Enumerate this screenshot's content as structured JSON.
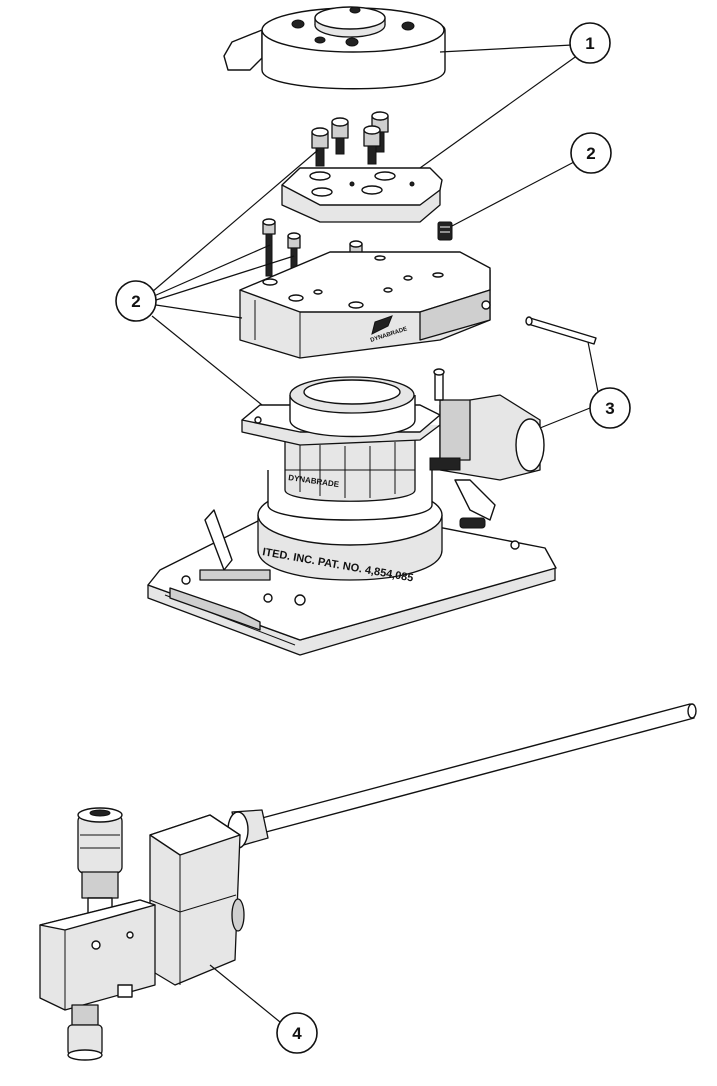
{
  "callouts": [
    {
      "id": "1",
      "label": "1"
    },
    {
      "id": "2a",
      "label": "2"
    },
    {
      "id": "2b",
      "label": "2"
    },
    {
      "id": "3",
      "label": "3"
    },
    {
      "id": "4",
      "label": "4"
    }
  ],
  "markings": {
    "patent_text": "ITED. INC. PAT. NO. 4,854,085",
    "brand_text": "DYNABRADE"
  },
  "colors": {
    "line": "#111111",
    "background": "#ffffff",
    "shade_light": "#e6e6e6",
    "shade_mid": "#cfcfcf"
  }
}
